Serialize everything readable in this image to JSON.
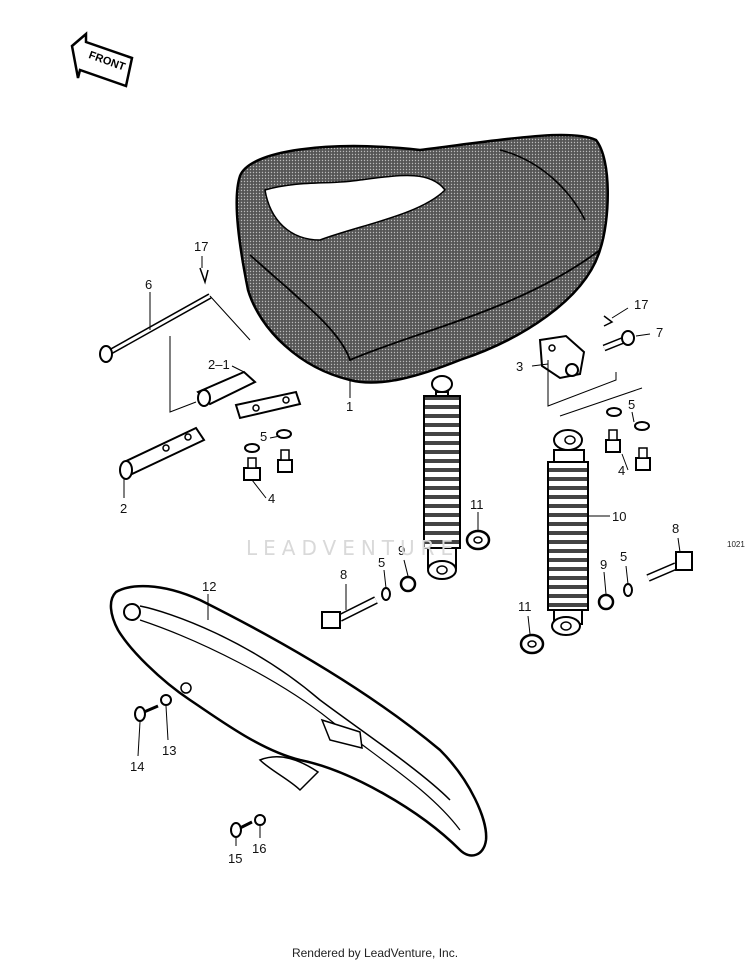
{
  "front_label": "FRONT",
  "watermark": "LEADVENTURE",
  "side_code": "1021",
  "footer": "Rendered by LeadVenture, Inc.",
  "callouts": {
    "c17a": "17",
    "c6": "6",
    "c2_1": "2–1",
    "c1": "1",
    "c5a": "5",
    "c4a": "4",
    "c2": "2",
    "c17b": "17",
    "c7": "7",
    "c3": "3",
    "c5b": "5",
    "c4b": "4",
    "c11a": "11",
    "c10": "10",
    "c9a": "9",
    "c5c": "5",
    "c8a": "8",
    "c8b": "8",
    "c5d": "5",
    "c9b": "9",
    "c11b": "11",
    "c12": "12",
    "c13": "13",
    "c14": "14",
    "c15": "15",
    "c16": "16"
  }
}
